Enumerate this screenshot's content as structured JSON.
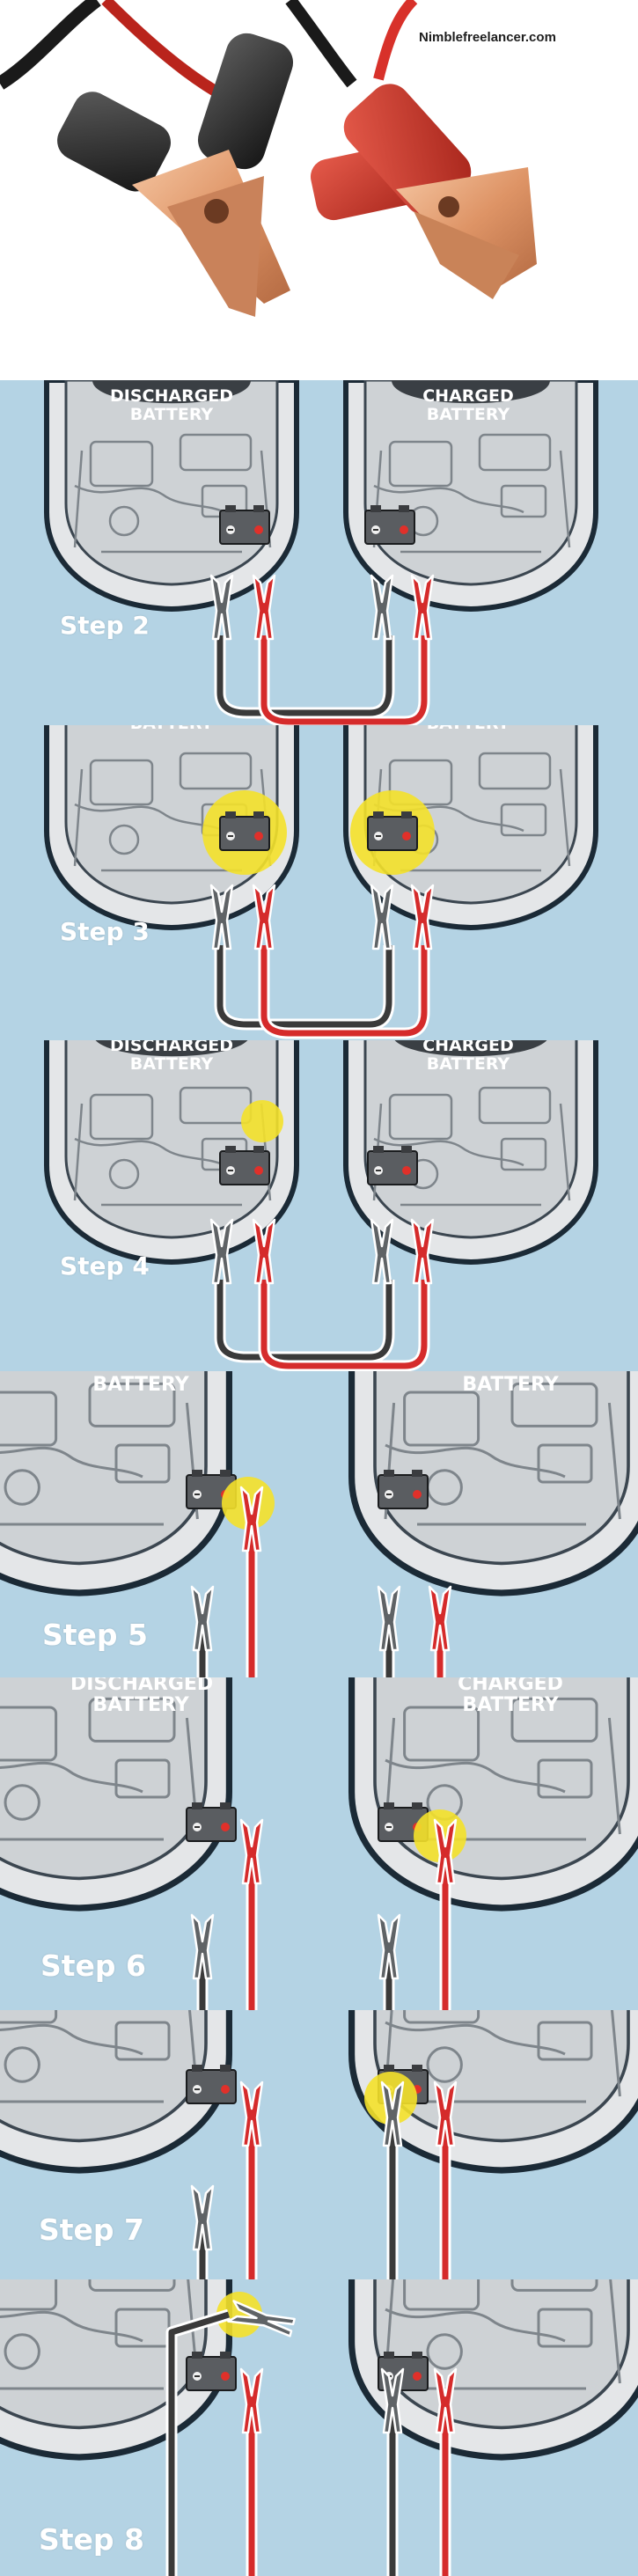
{
  "watermark": "Nimblefreelancer.com",
  "panels": [
    {
      "step": "Step 2",
      "left_title": [
        "DISCHARGED",
        "BATTERY"
      ],
      "right_title": [
        "CHARGED",
        "BATTERY"
      ]
    },
    {
      "step": "Step 3",
      "left_title": [
        "BATTERY"
      ],
      "right_title": [
        "BATTERY"
      ]
    },
    {
      "step": "Step 4",
      "left_title": [
        "DISCHARGED",
        "BATTERY"
      ],
      "right_title": [
        "CHARGED",
        "BATTERY"
      ]
    },
    {
      "step": "Step 5",
      "left_title": [
        "BATTERY"
      ],
      "right_title": [
        "BATTERY"
      ]
    },
    {
      "step": "Step 6",
      "left_title": [
        "DISCHARGED",
        "BATTERY"
      ],
      "right_title": [
        "CHARGED",
        "BATTERY"
      ]
    },
    {
      "step": "Step 7"
    },
    {
      "step": "Step 8"
    }
  ],
  "colors": {
    "background": "#b4d3e4",
    "cable_red": "#d52b2b",
    "cable_black": "#3a3a3a",
    "highlight": "#f4e12a",
    "car_body": "#e4e6e8",
    "car_outline": "#1b2a36"
  }
}
